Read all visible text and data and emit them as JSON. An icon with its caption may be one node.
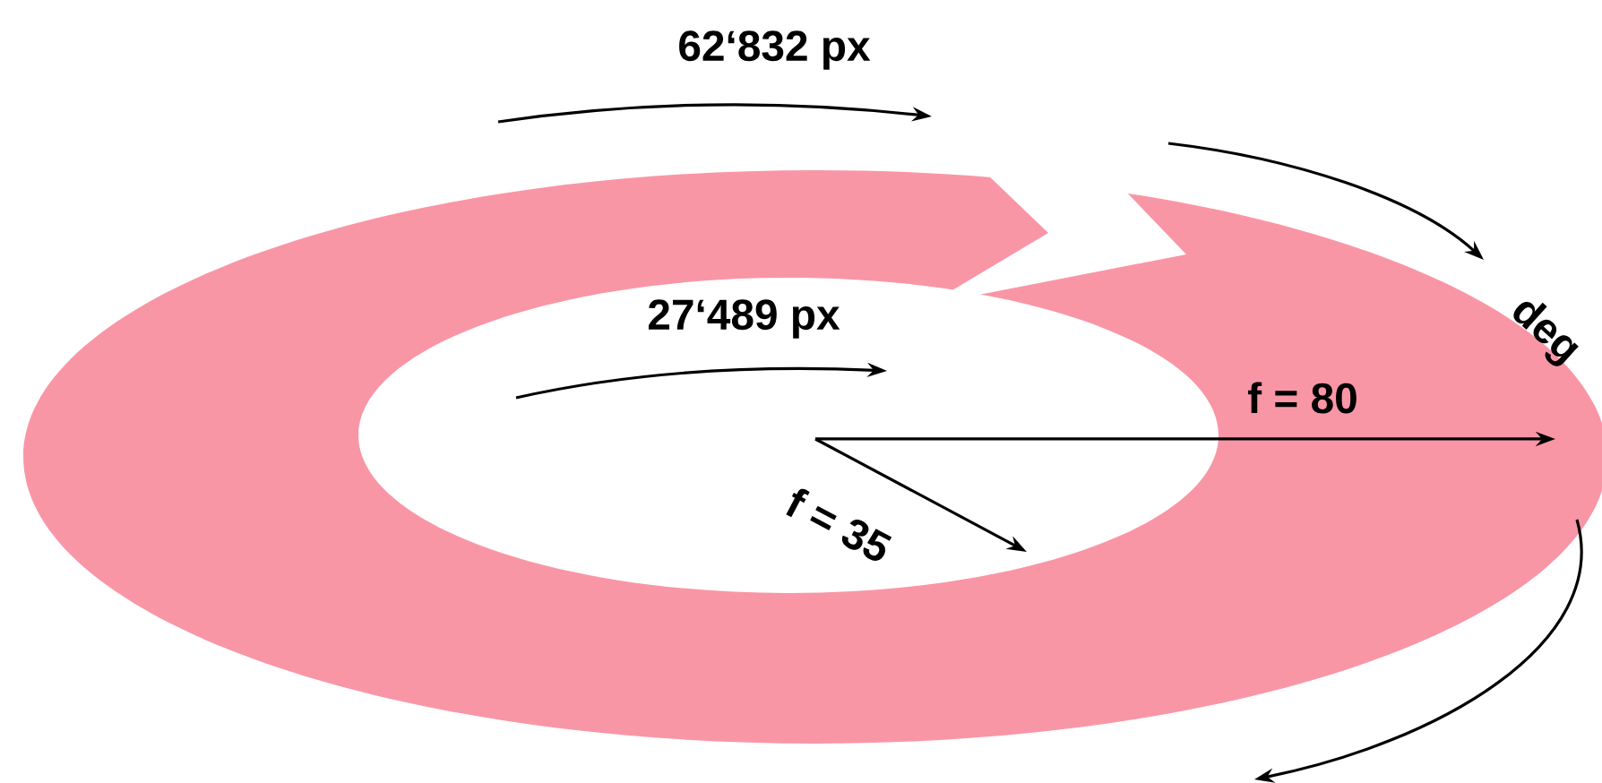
{
  "diagram": {
    "labels": [
      "62‘832 px",
      "deg",
      "27‘489 px",
      "f = 80",
      "f = 35"
    ]
  }
}
